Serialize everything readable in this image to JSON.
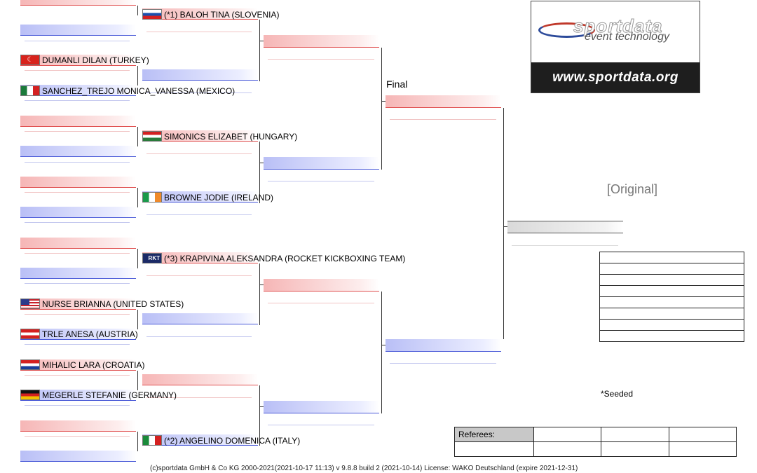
{
  "final_label": "Final",
  "original_label": "[Original]",
  "seeded_note": "*Seeded",
  "referees_label": "Referees:",
  "footer": "(c)sportdata GmbH & Co KG 2000-2021(2021-10-17 11:13) v 9.8.8 build 2  (2021-10-14) License: WAKO Deutschland (expire 2021-12-31)",
  "logo": {
    "brand": "sportdata",
    "tagline": "event technology",
    "url": "www.sportdata.org"
  },
  "athletes": [
    {
      "name": "(*1) BALOH TINA (SLOVENIA)",
      "flag": "slovenia"
    },
    {
      "name": "DUMANLI DILAN (TURKEY)",
      "flag": "turkey"
    },
    {
      "name": "SANCHEZ_TREJO MONICA_VANESSA (MEXICO)",
      "flag": "mexico"
    },
    {
      "name": "SIMONICS ELIZABET (HUNGARY)",
      "flag": "hungary"
    },
    {
      "name": "BROWNE JODIE (IRELAND)",
      "flag": "ireland"
    },
    {
      "name": "(*3) KRAPIVINA ALEKSANDRA (ROCKET KICKBOXING TEAM)",
      "flag": "rkt",
      "flag_text": "RKT"
    },
    {
      "name": "NURSE BRIANNA (UNITED STATES)",
      "flag": "usa"
    },
    {
      "name": "TRLE ANESA (AUSTRIA)",
      "flag": "austria"
    },
    {
      "name": "MIHALIC LARA (CROATIA)",
      "flag": "croatia"
    },
    {
      "name": "MEGERLE STEFANIE (GERMANY)",
      "flag": "germany"
    },
    {
      "name": "(*2) ANGELINO DOMENICA (ITALY)",
      "flag": "italy"
    }
  ]
}
